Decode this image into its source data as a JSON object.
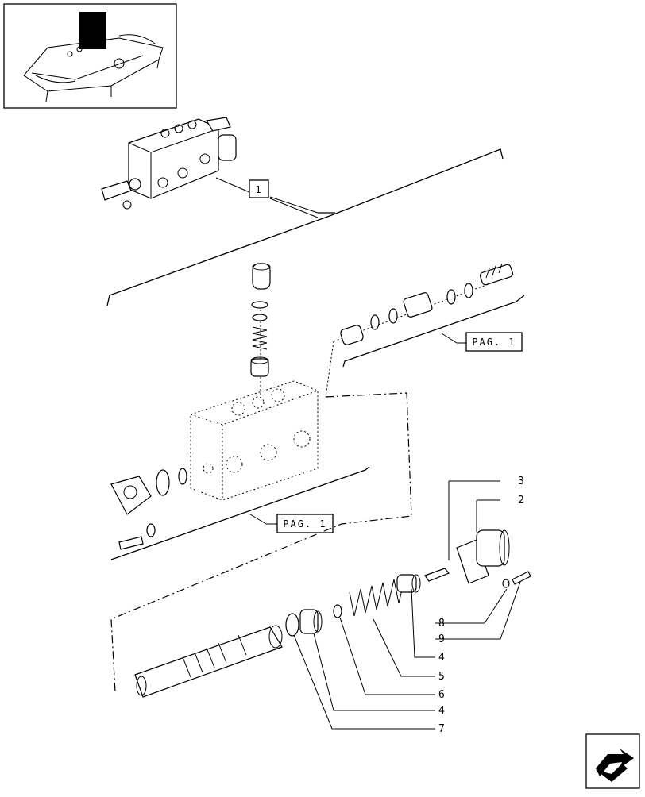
{
  "ref_box": {
    "label": "1"
  },
  "page_refs": [
    {
      "label": "PAG. 1"
    },
    {
      "label": "PAG. 1"
    }
  ],
  "callouts": [
    {
      "label": "3"
    },
    {
      "label": "2"
    },
    {
      "label": "8"
    },
    {
      "label": "9"
    },
    {
      "label": "4"
    },
    {
      "label": "5"
    },
    {
      "label": "6"
    },
    {
      "label": "4"
    },
    {
      "label": "7"
    }
  ],
  "icons": {
    "thumbnail": "tractor-lift-cover-thumbnail",
    "nav": "next-page-arrow-icon"
  }
}
